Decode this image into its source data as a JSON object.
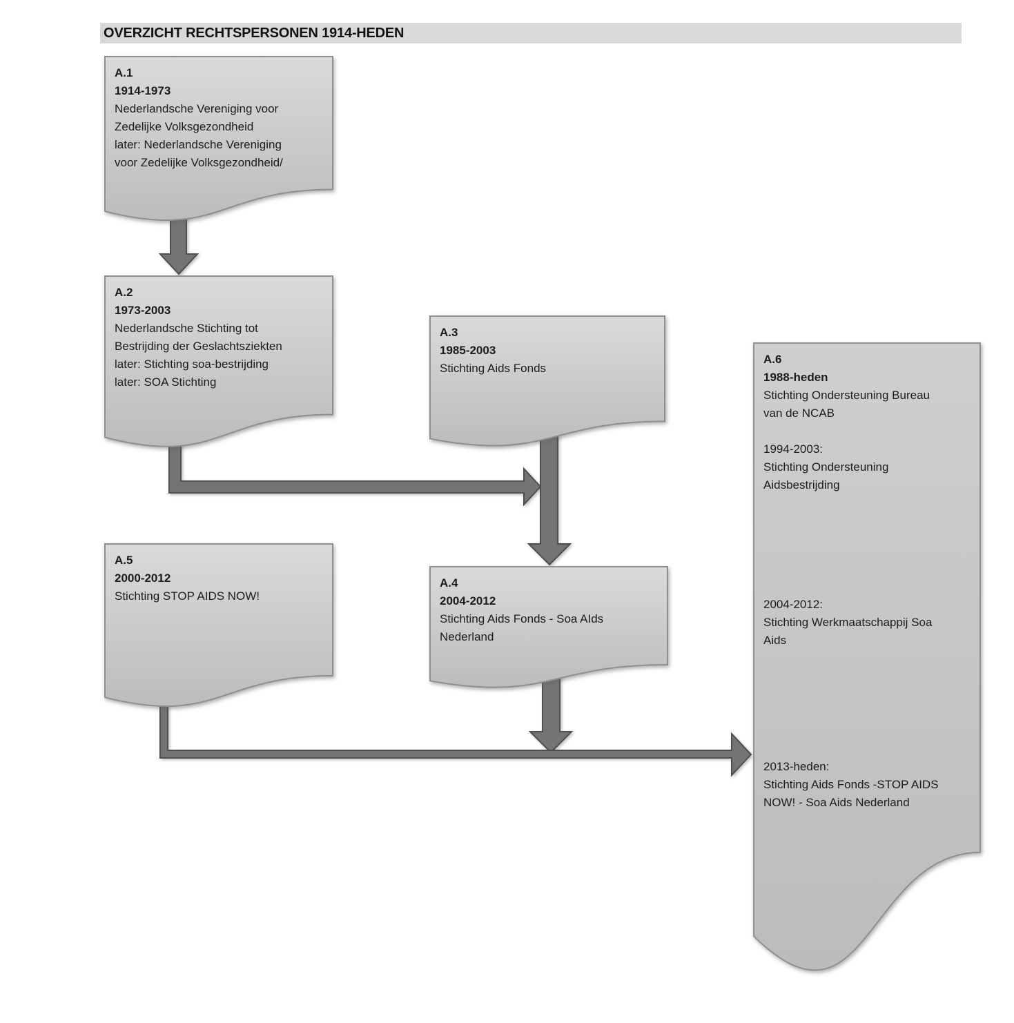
{
  "title": "OVERZICHT RECHTSPERSONEN 1914-HEDEN",
  "boxes": {
    "a1": {
      "label": "A.1",
      "period": "1914-1973",
      "lines": [
        "Nederlandsche Vereniging voor",
        "Zedelijke Volksgezondheid",
        "later: Nederlandsche Vereniging",
        "voor Zedelijke Volksgezondheid/"
      ]
    },
    "a2": {
      "label": "A.2",
      "period": "1973-2003",
      "lines": [
        "Nederlandsche Stichting tot",
        "Bestrijding der Geslachtsziekten",
        "later: Stichting soa-bestrijding",
        "later: SOA Stichting"
      ]
    },
    "a3": {
      "label": "A.3",
      "period": "1985-2003",
      "lines": [
        "Stichting Aids Fonds"
      ]
    },
    "a4": {
      "label": "A.4",
      "period": "2004-2012",
      "lines": [
        "Stichting Aids Fonds - Soa AIds",
        "Nederland"
      ]
    },
    "a5": {
      "label": "A.5",
      "period": "2000-2012",
      "lines": [
        "Stichting STOP AIDS NOW!"
      ]
    },
    "a6": {
      "label": "A.6",
      "period": "1988-heden",
      "lines": [
        "Stichting Ondersteuning Bureau",
        "van de NCAB"
      ],
      "sections": [
        {
          "period": "1994-2003:",
          "lines": [
            "Stichting Ondersteuning",
            "Aidsbestrijding"
          ]
        },
        {
          "period": "2004-2012:",
          "lines": [
            "Stichting Werkmaatschappij Soa",
            "Aids"
          ]
        },
        {
          "period": "2013-heden:",
          "lines": [
            "Stichting Aids Fonds -STOP AIDS",
            "NOW! - Soa Aids Nederland"
          ]
        }
      ]
    }
  },
  "icons": {
    "arrow_a1_to_a2": "block-arrow-down-icon",
    "arrow_a2_to_junction": "elbow-arrow-right-icon",
    "arrow_a3_to_a4": "block-arrow-down-icon",
    "arrow_a4_to_line": "block-arrow-down-icon",
    "arrow_a5_to_a6": "elbow-arrow-right-icon",
    "box_shape": "document-shape-icon"
  },
  "colors": {
    "background": "#ffffff",
    "titlebar_bg": "#d9d9d9",
    "box_fill_top": "#d9d9d9",
    "box_fill_bottom": "#bcbcbc",
    "box_border": "#8f8f8f",
    "arrow_fill": "#747474",
    "arrow_border": "#4e4e4e",
    "text": "#1c1c1c"
  }
}
